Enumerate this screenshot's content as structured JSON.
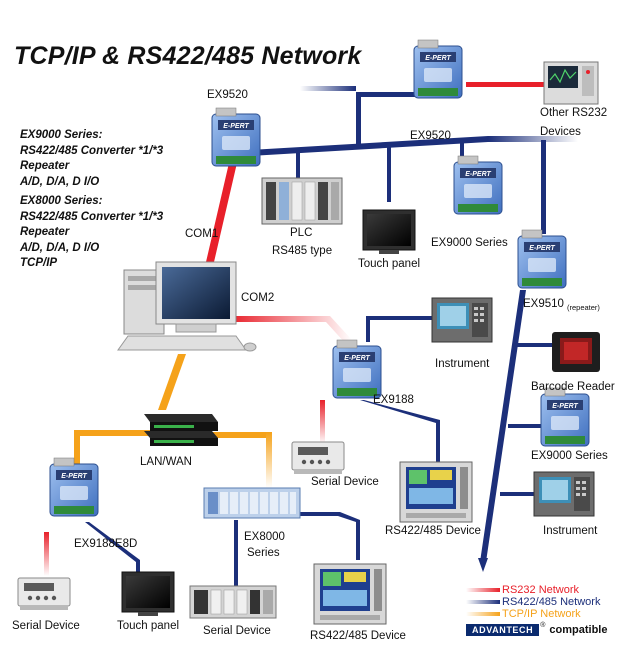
{
  "title": "TCP/IP & RS422/485 Network",
  "specs": {
    "ex9000": [
      "EX9000 Series:",
      "RS422/485 Converter *1/*3",
      "Repeater",
      "A/D, D/A, D I/O"
    ],
    "ex8000": [
      "EX8000 Series:",
      "RS422/485 Converter *1/*3",
      "Repeater",
      "A/D, D/A, D I/O",
      "TCP/IP"
    ]
  },
  "labels": {
    "ex9520_left": "EX9520",
    "ex9520_top": "EX9520",
    "other_rs232": "Other RS232",
    "devices": "Devices",
    "plc": "PLC",
    "rs485_type": "RS485 type",
    "touch_panel_top": "Touch panel",
    "ex9000_series_top": "EX9000 Series",
    "com1": "COM1",
    "com2": "COM2",
    "ex9510": "EX9510",
    "repeater": "(repeater)",
    "instrument_mid": "Instrument",
    "barcode_reader": "Barcode Reader",
    "ex9188": "EX9188",
    "ex9000_series_right": "EX9000 Series",
    "lan_wan": "LAN/WAN",
    "serial_device_mid": "Serial Device",
    "rs422_device_mid": "RS422/485 Device",
    "instrument_right": "Instrument",
    "ex9188e8d": "EX9188E8D",
    "ex8000": "EX8000",
    "series": "Series",
    "serial_device_left": "Serial Device",
    "touch_panel_bottom": "Touch panel",
    "serial_device_bottom": "Serial Device",
    "rs422_device_bottom": "RS422/485 Device"
  },
  "module_logo": "E-PERT",
  "legend": [
    {
      "label": "RS232 Network",
      "color": "#e8202a"
    },
    {
      "label": "RS422/485 Network",
      "color": "#1c2f7a"
    },
    {
      "label": "TCP/IP Network",
      "color": "#f5a21a"
    }
  ],
  "brand": {
    "logo": "ADVANTECH",
    "reg": "®",
    "compatible": "compatible"
  },
  "colors": {
    "rs232": "#e8202a",
    "rs485": "#1c2f7a",
    "tcpip": "#f5a21a"
  }
}
